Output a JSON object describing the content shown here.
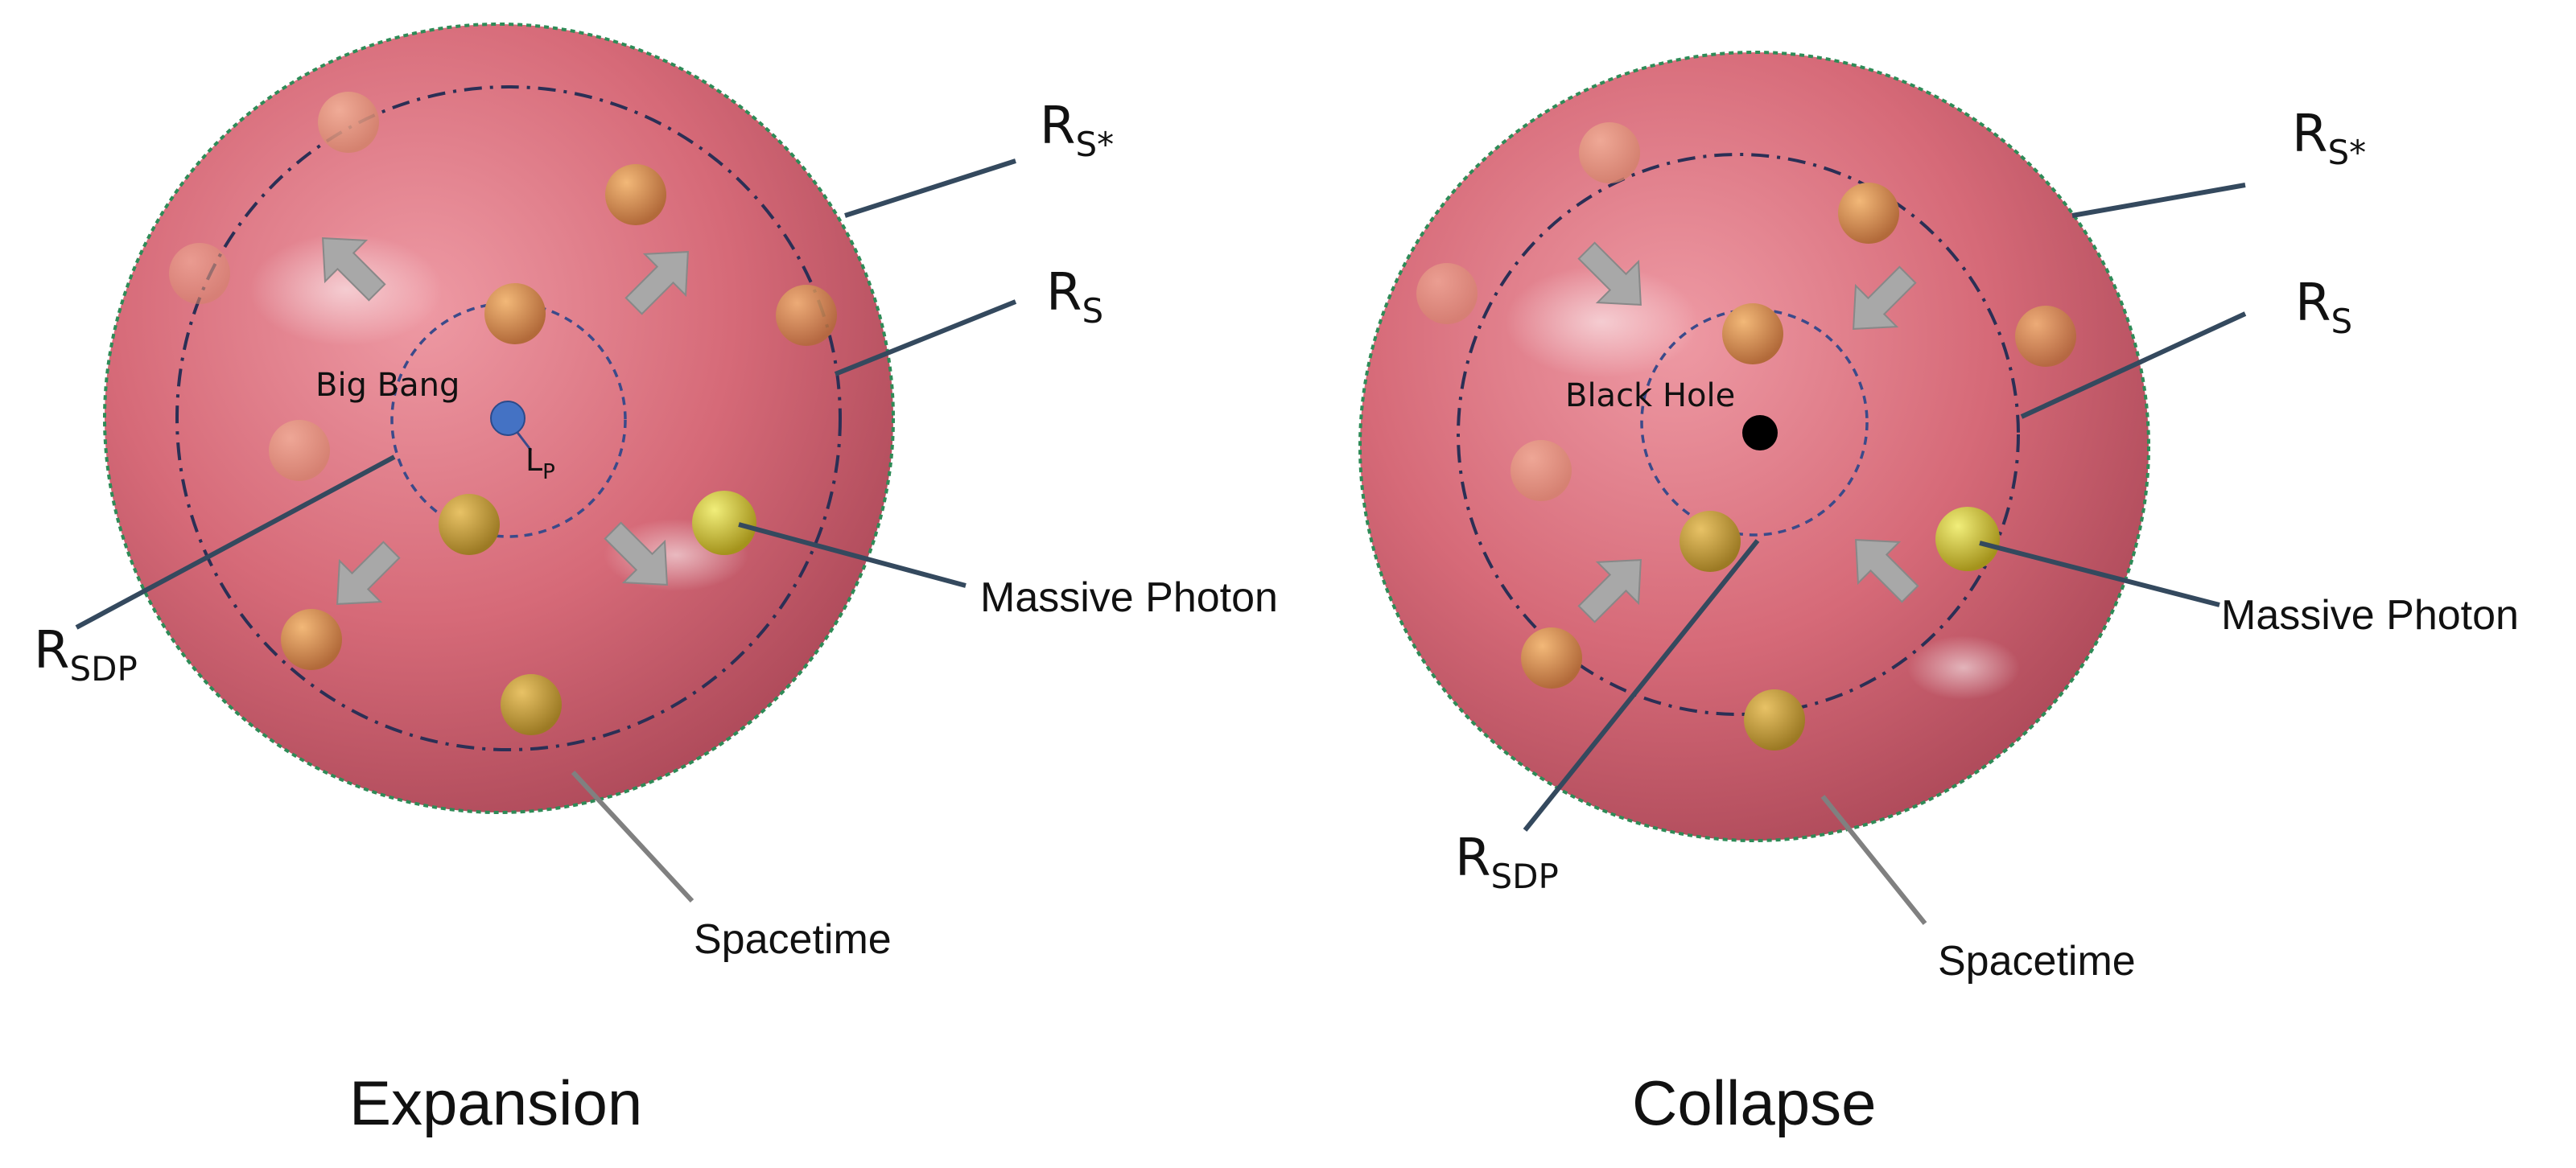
{
  "panels": [
    {
      "id": "expansion",
      "caption": "Expansion",
      "center_label": "Big Bang",
      "planck_label": {
        "main": "L",
        "sub": "P"
      },
      "labels": {
        "rs_star": {
          "main": "R",
          "sub": "S*"
        },
        "rs": {
          "main": "R",
          "sub": "S"
        },
        "rsdp": {
          "main": "R",
          "sub": "SDP"
        },
        "massive_photon": "Massive Photon",
        "spacetime": "Spacetime"
      },
      "arrow_direction": "outward",
      "center_marker": "blue-dot"
    },
    {
      "id": "collapse",
      "caption": "Collapse",
      "center_label": "Black Hole",
      "labels": {
        "rs_star": {
          "main": "R",
          "sub": "S*"
        },
        "rs": {
          "main": "R",
          "sub": "S"
        },
        "rsdp": {
          "main": "R",
          "sub": "SDP"
        },
        "massive_photon": "Massive Photon",
        "spacetime": "Spacetime"
      },
      "arrow_direction": "inward",
      "center_marker": "black-dot"
    }
  ],
  "colors": {
    "sphere": "#d66a78",
    "sphere_shadow": "#a94656",
    "sphere_rim": "#2e8b57",
    "dash_circle": "#2b2f55",
    "arrow": "#a8a8a8",
    "leader_line": "#34495e",
    "big_bang_dot": "#4472c4",
    "black_hole_dot": "#000000"
  }
}
